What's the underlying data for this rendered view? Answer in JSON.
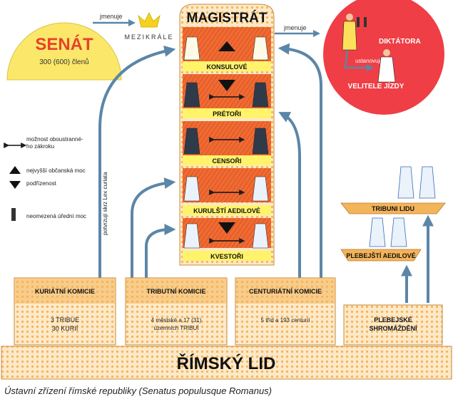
{
  "colors": {
    "dots": "#f4b45a",
    "dots_bg": "#fde9c8",
    "label_bar": "#fff36a",
    "senate": "#fbe86a",
    "dictator": "#ef3e45",
    "office": "#f0662e",
    "arrow": "#5b86a8",
    "crown": "#f6d21c",
    "dark": "#1d1d1d"
  },
  "senate": {
    "title": "SENÁT",
    "members": "300 (600) členů"
  },
  "appoint_top": {
    "label": "jmenuje",
    "interrex": "MEZIKRÁLE"
  },
  "magistrat": {
    "title": "MAGISTRÁT",
    "offices": [
      "KONSULOVÉ",
      "PRÉTOŘI",
      "CENSOŘI",
      "KURULŠTÍ AEDILOVÉ",
      "KVESTOŘI"
    ]
  },
  "appoint_right": {
    "label": "jmenuje"
  },
  "dictator": {
    "title": "DIKTÁTORA",
    "appoints": "ustanovuje",
    "cavalry": "VELITELE JÍZDY"
  },
  "legend": {
    "both_ways": "možnost oboustranného zákroku",
    "highest": "nejvyšší občanská moc",
    "subordinate": "podřízenost",
    "unlimited": "neomezená úřední moc"
  },
  "lex_curiata": "potvrzují skrz Lex curiata",
  "plebs": {
    "tribunes": "TRIBUNI LIDU",
    "aediles": "PLEBEJŠTÍ AEDILOVÉ"
  },
  "assemblies": [
    {
      "title": "KURIÁTNÍ KOMICIE",
      "line1": "3 TRIBUE",
      "line2": "30 KURIÍ"
    },
    {
      "title": "TRIBUTNÍ KOMICIE",
      "line1": "4 městské a 17 (31)",
      "line2": "územních TRIBUÍ"
    },
    {
      "title": "CENTURIÁTNÍ KOMICIE",
      "line1": "5 tříd a 193 centurií",
      "line2": ""
    },
    {
      "title": "PLEBEJSKÉ",
      "line1": "SHROMÁŽDĚNÍ",
      "line2": ""
    }
  ],
  "people": {
    "title": "ŘÍMSKÝ LID"
  },
  "caption": "Ústavní zřízení římské republiky (Senatus populusque Romanus)"
}
